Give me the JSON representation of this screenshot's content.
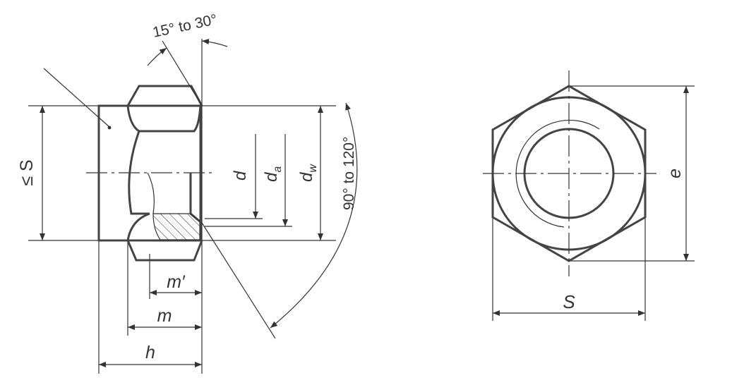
{
  "labels": {
    "chamfer_angle": "15° to 30°",
    "bearing_angle": "90° to 120°",
    "side_s_max": "≤ S",
    "d": "d",
    "d_a": "d",
    "d_a_sub": "a",
    "d_w": "d",
    "d_w_sub": "w",
    "m_prime": "m′",
    "m": "m",
    "h": "h",
    "e": "e",
    "s": "S"
  },
  "colors": {
    "line": "#333333",
    "outline": "#444444",
    "background": "#ffffff"
  }
}
